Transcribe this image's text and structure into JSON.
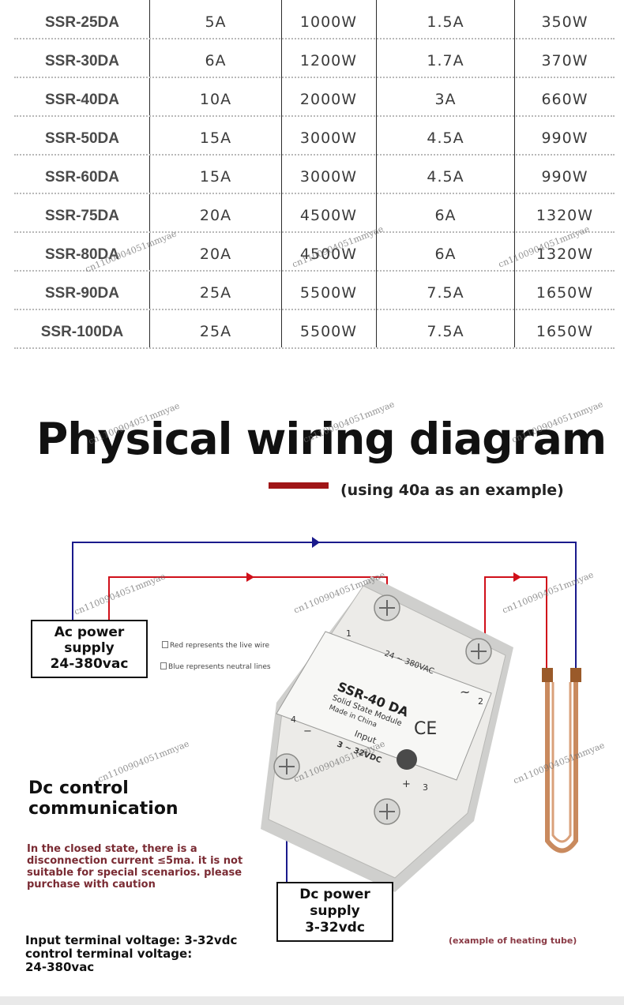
{
  "spec_table": {
    "rows": [
      [
        "SSR-25DA",
        "5A",
        "1000W",
        "1.5A",
        "350W"
      ],
      [
        "SSR-30DA",
        "6A",
        "1200W",
        "1.7A",
        "370W"
      ],
      [
        "SSR-40DA",
        "10A",
        "2000W",
        "3A",
        "660W"
      ],
      [
        "SSR-50DA",
        "15A",
        "3000W",
        "4.5A",
        "990W"
      ],
      [
        "SSR-60DA",
        "15A",
        "3000W",
        "4.5A",
        "990W"
      ],
      [
        "SSR-75DA",
        "20A",
        "4500W",
        "6A",
        "1320W"
      ],
      [
        "SSR-80DA",
        "20A",
        "4500W",
        "6A",
        "1320W"
      ],
      [
        "SSR-90DA",
        "25A",
        "5500W",
        "7.5A",
        "1650W"
      ],
      [
        "SSR-100DA",
        "25A",
        "5500W",
        "7.5A",
        "1650W"
      ]
    ]
  },
  "heading": {
    "title": "Physical wiring diagram",
    "subtitle": "(using 40a as an example)"
  },
  "diagram": {
    "ac_box": {
      "line1": "Ac power",
      "line2": "supply",
      "line3": "24-380vac"
    },
    "dc_box": {
      "line1": "Dc power",
      "line2": "supply",
      "line3": "3-32vdc"
    },
    "legend_red": "Red represents the live wire",
    "legend_blue": "Blue represents neutral lines",
    "dc_heading_line1": "Dc control",
    "dc_heading_line2": "communication",
    "note": "In the closed state, there is a disconnection current ≤5ma. it is not suitable for special scenarios. please purchase with caution",
    "voltage_line1": "Input terminal voltage: 3-32vdc",
    "voltage_line2": "control terminal voltage:",
    "voltage_line3": "24-380vac",
    "tube_caption": "(example of heating tube)",
    "module": {
      "model": "SSR-40 DA",
      "type": "Solid State Module",
      "origin": "Made in China",
      "ac_rating": "24 ~ 380VAC",
      "input_label": "Input",
      "dc_rating": "3 ~ 32VDC",
      "ce": "CE",
      "t1": "1",
      "t2": "2",
      "t3": "3",
      "t4": "4",
      "plus": "+",
      "minus": "−",
      "tilde": "~"
    },
    "colors": {
      "live": "#d0101a",
      "neutral": "#1a1a8c",
      "accent": "#a01617"
    }
  },
  "watermark": "cn1100904051mmyae"
}
